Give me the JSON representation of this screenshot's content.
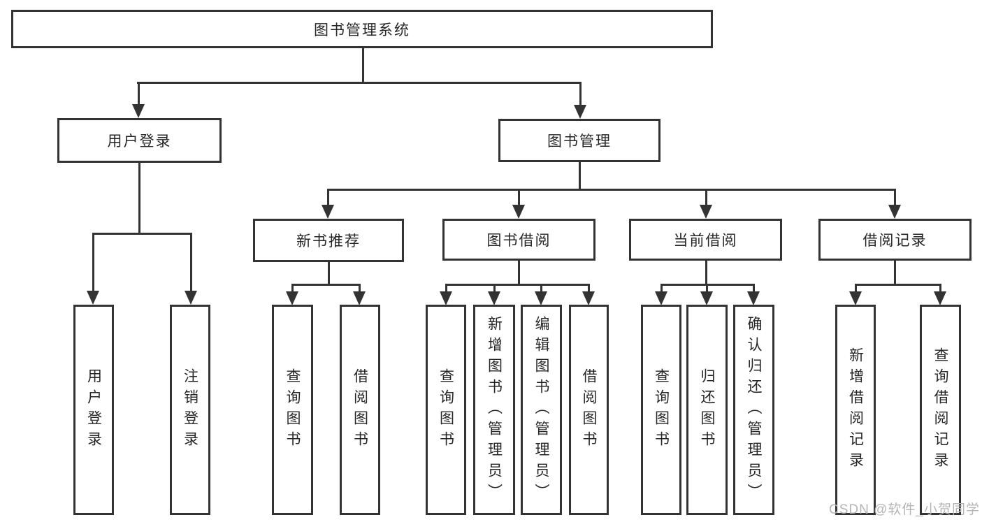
{
  "diagram": {
    "title_node": {
      "label": "图书管理系统"
    },
    "level2": [
      {
        "label": "用户登录"
      },
      {
        "label": "图书管理"
      }
    ],
    "level3": [
      {
        "label": "新书推荐"
      },
      {
        "label": "图书借阅"
      },
      {
        "label": "当前借阅"
      },
      {
        "label": "借阅记录"
      }
    ],
    "leaves": [
      {
        "label": "用户登录"
      },
      {
        "label": "注销登录"
      },
      {
        "label": "查询图书"
      },
      {
        "label": "借阅图书"
      },
      {
        "label": "查询图书"
      },
      {
        "label": "新增图书（管理员）"
      },
      {
        "label": "编辑图书（管理员）"
      },
      {
        "label": "借阅图书"
      },
      {
        "label": "查询图书"
      },
      {
        "label": "归还图书"
      },
      {
        "label": "确认归还（管理员）"
      },
      {
        "label": "新增借阅记录"
      },
      {
        "label": "查询借阅记录"
      }
    ],
    "line_color": "#333333",
    "text_color": "#262626",
    "background_color": "#ffffff"
  },
  "watermark": {
    "label": "CSDN @软件_小贺同学",
    "color": "#b5b5b5"
  }
}
